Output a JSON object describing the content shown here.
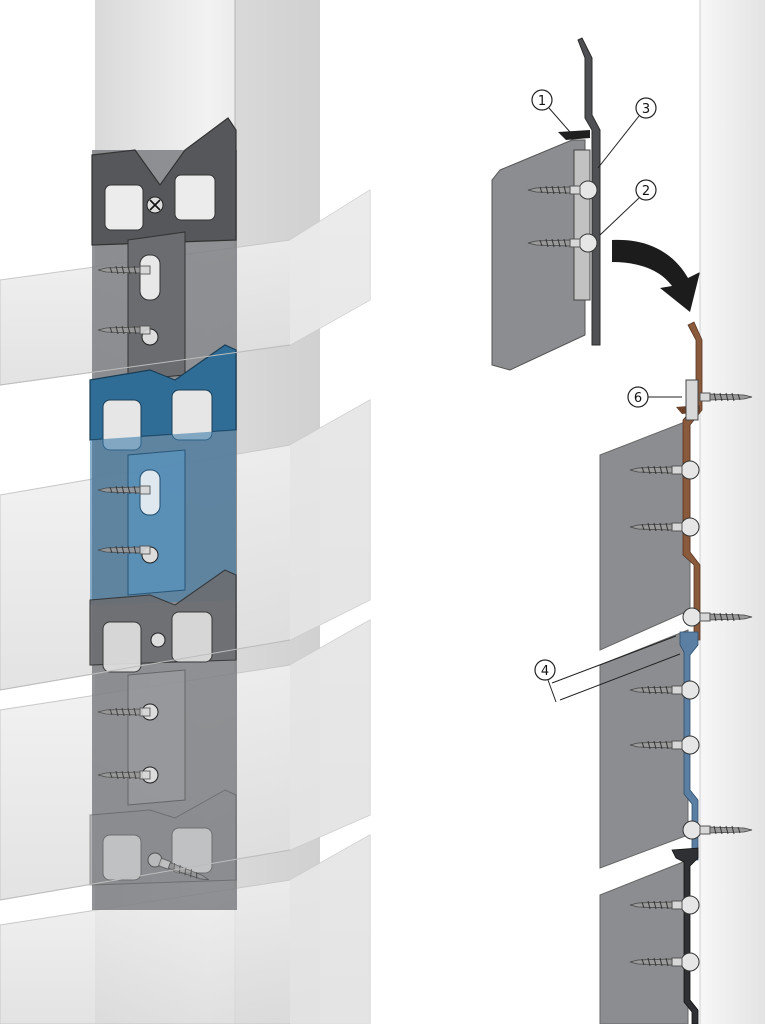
{
  "callouts": [
    {
      "id": "c1",
      "label": "1",
      "part": "mounting-hook"
    },
    {
      "id": "c2",
      "label": "2",
      "part": "clip-rail"
    },
    {
      "id": "c3",
      "label": "3",
      "part": "spring-tab"
    },
    {
      "id": "c4",
      "label": "4",
      "part": "gap-dimension"
    },
    {
      "id": "c6",
      "label": "6",
      "part": "wall-screw-clip"
    }
  ],
  "colors": {
    "rail_gray": "#6f7175",
    "rail_dark": "#4e5054",
    "rail_blue": "#2f6d97",
    "copper": "#8a5a3c",
    "blue_profile": "#5b7fa3",
    "panel_gray": "#8b8d90",
    "wall_light": "#ececec",
    "arrow": "#1c1c1c"
  },
  "icons": {
    "arrow": "curved-arrow-icon",
    "screw": "screw-icon"
  }
}
